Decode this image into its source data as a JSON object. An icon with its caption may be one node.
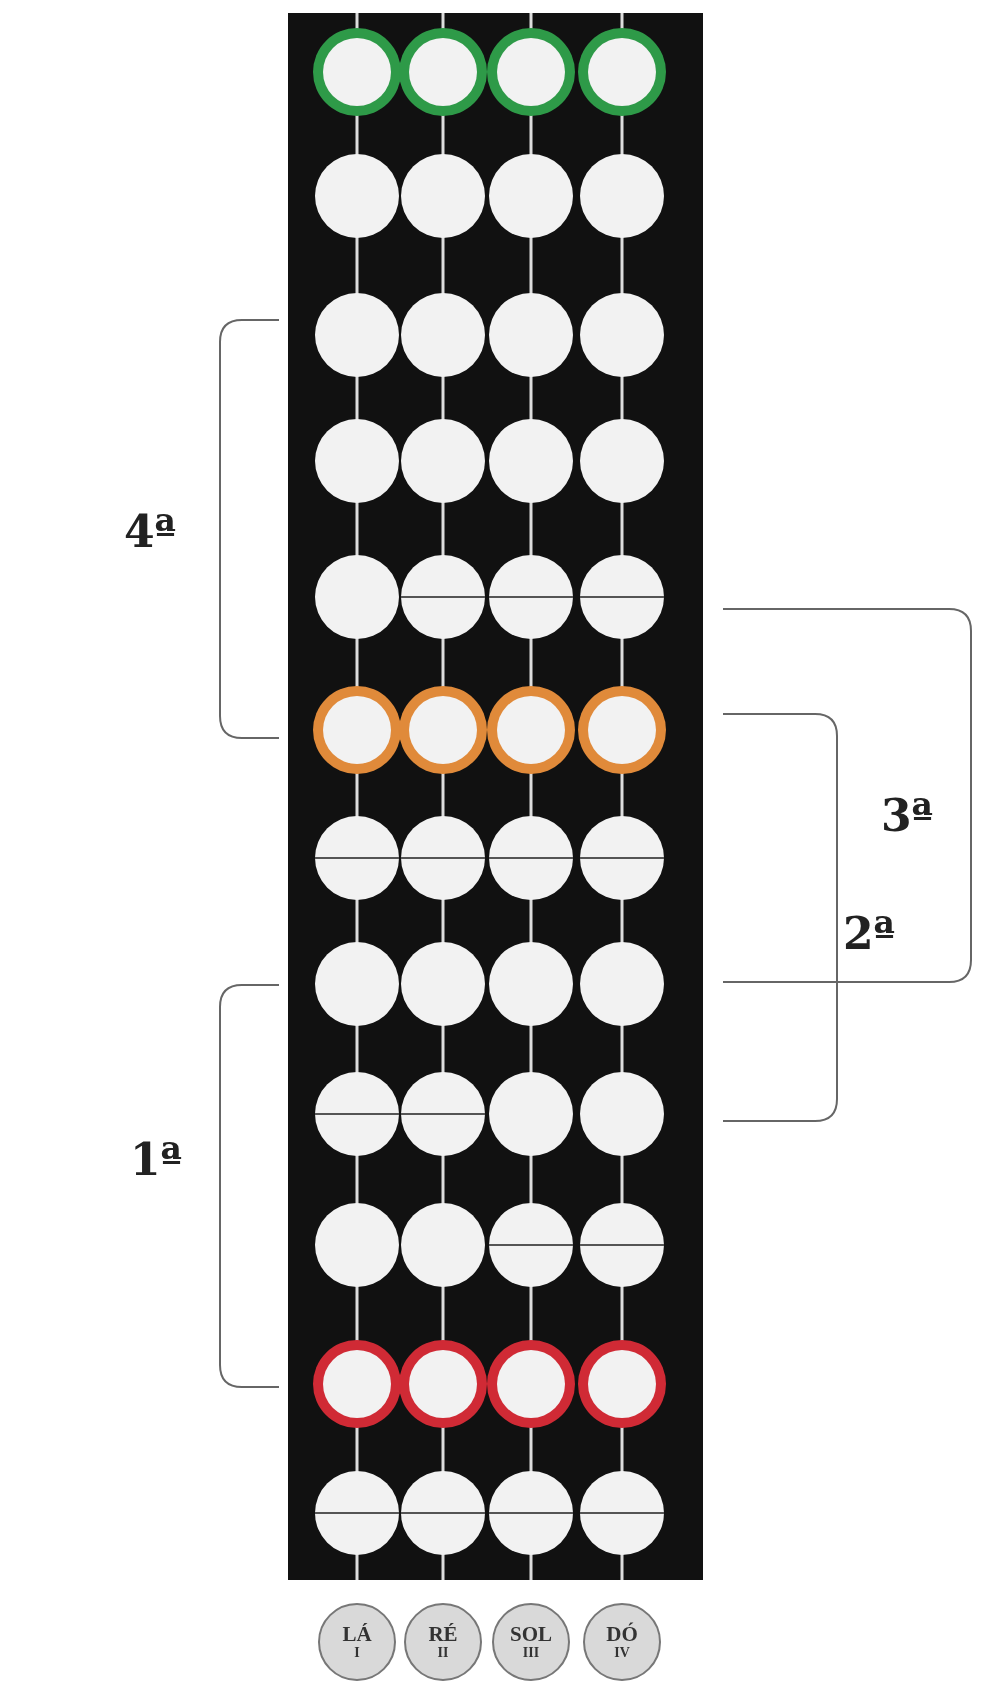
{
  "diagram": {
    "nodes": [
      {
        "text": [
          "LÁ",
          "I"
        ]
      },
      {
        "text": [
          "RÉ",
          "II"
        ]
      },
      {
        "text": [
          "SOL",
          "III"
        ]
      },
      {
        "text": [
          "DÓ",
          "IV"
        ]
      }
    ],
    "labels": [
      "4ª",
      "3ª",
      "2ª",
      "1ª"
    ]
  }
}
